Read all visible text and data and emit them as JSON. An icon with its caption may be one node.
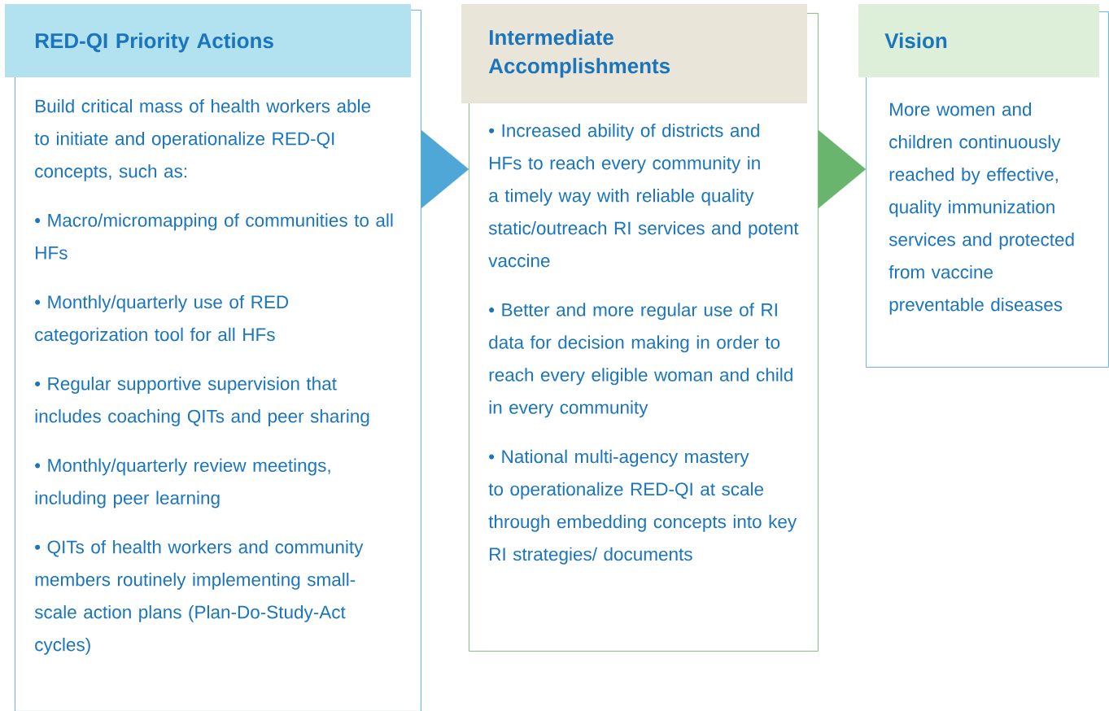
{
  "diagram": {
    "nodes": [
      {
        "text": [
          "RED-QI Priority Actions",
          "Build critical mass of health workers able to initiate and operationalize RED-QI concepts, such as:",
          "• Macro/micromapping of communities to all HFs",
          "• Monthly/quarterly use of RED categorization tool for all HFs",
          "• Regular supportive supervision that includes coaching QITs and peer sharing",
          "• Monthly/quarterly review meetings, including peer learning",
          "• QITs of health workers and community members routinely implementing small-scale action plans (Plan-Do-Study-Act cycles)"
        ]
      },
      {
        "text": [
          "Intermediate Accomplishments",
          "• Increased ability of districts and HFs to reach every community in a timely way with reliable quality static/outreach RI services and potent vaccine",
          "• Better and more regular use of RI data for decision making in order to reach every eligible woman and child in every community",
          "• National multi-agency mastery to operationalize RED-QI at scale through embedding concepts into key RI strategies/ documents"
        ]
      },
      {
        "text": [
          "Vision",
          "More women and children continuously reached by effective, quality immunization services and protected from vaccine preventable diseases"
        ]
      }
    ],
    "edges": [
      {
        "from": 0,
        "to": 1,
        "arrow": "to",
        "color": "#4fa7d8"
      },
      {
        "from": 1,
        "to": 2,
        "arrow": "to",
        "color": "#6ab56e"
      }
    ]
  }
}
